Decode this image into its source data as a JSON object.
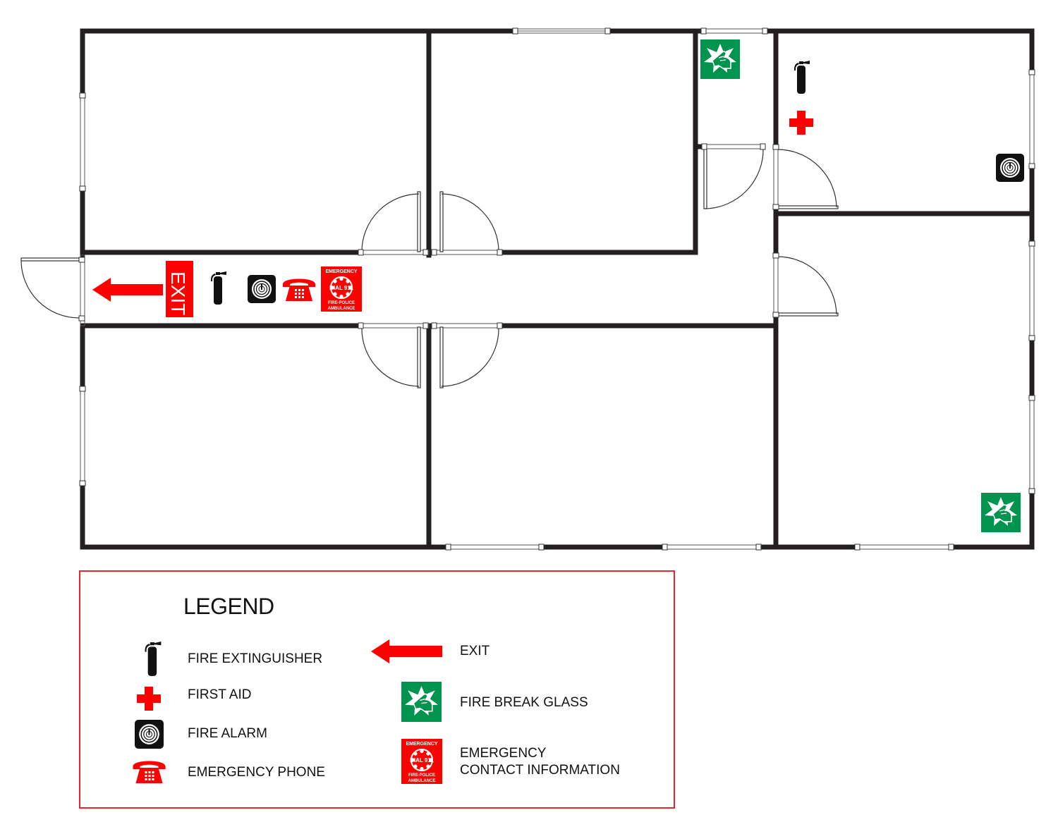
{
  "plan": {
    "exit_sign_text": "EXIT",
    "emergency_card": {
      "top": "EMERGENCY",
      "middle": "DIAL 911",
      "bottom1": "FIRE-POLICE",
      "bottom2": "AMBULANCE"
    }
  },
  "legend": {
    "title": "LEGEND",
    "items": [
      {
        "icon": "fire-extinguisher-icon",
        "label": "FIRE EXTINGUISHER"
      },
      {
        "icon": "first-aid-icon",
        "label": "FIRST AID"
      },
      {
        "icon": "fire-alarm-icon",
        "label": "FIRE ALARM"
      },
      {
        "icon": "emergency-phone-icon",
        "label": "EMERGENCY PHONE"
      },
      {
        "icon": "exit-arrow-icon",
        "label": "EXIT"
      },
      {
        "icon": "fire-break-glass-icon",
        "label": "FIRE BREAK GLASS"
      },
      {
        "icon": "emergency-contact-icon",
        "label": "EMERGENCY\nCONTACT INFORMATION"
      }
    ]
  },
  "colors": {
    "wall": "#231f20",
    "safety_red": "#ff0000",
    "break_glass_green": "#00944f",
    "legend_border": "#e8262d"
  }
}
